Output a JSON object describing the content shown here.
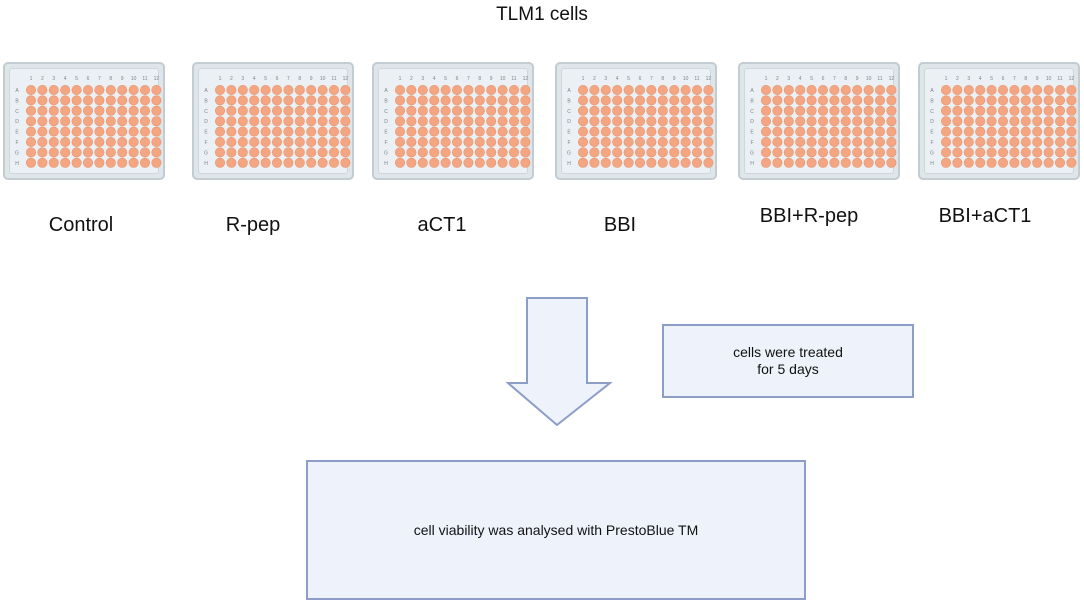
{
  "title": "TLM1 cells",
  "plate": {
    "columns": [
      "1",
      "2",
      "3",
      "4",
      "5",
      "6",
      "7",
      "8",
      "9",
      "10",
      "11",
      "12"
    ],
    "rows": [
      "A",
      "B",
      "C",
      "D",
      "E",
      "F",
      "G",
      "H"
    ],
    "well_color": "#f4a582",
    "well_stroke": "#e8956f"
  },
  "groups": [
    {
      "label": "Control"
    },
    {
      "label": "R-pep"
    },
    {
      "label": "aCT1"
    },
    {
      "label": "BBI"
    },
    {
      "label": "BBI+R-pep"
    },
    {
      "label": "BBI+aCT1"
    }
  ],
  "note": "cells were treated for 5 days",
  "result": "cell viability was analysed with PrestoBlue TM",
  "colors": {
    "box_fill": "#eef3fb",
    "box_border": "#8c9dc7"
  }
}
